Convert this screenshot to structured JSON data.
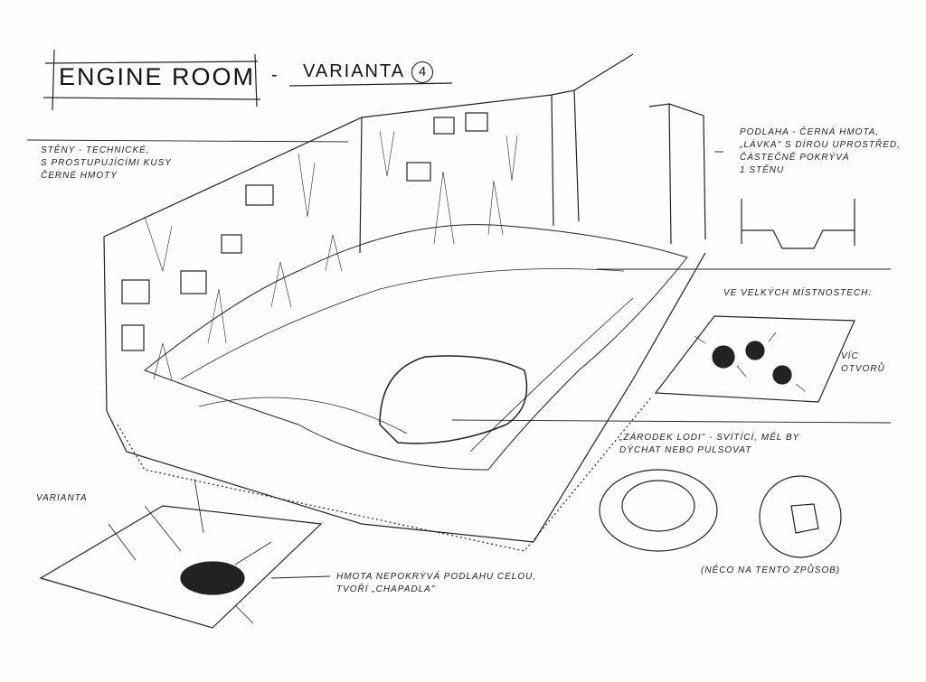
{
  "title": {
    "main": "ENGINE ROOM",
    "dash": "-",
    "variant": "VARIANTA",
    "variant_number": "4"
  },
  "notes": {
    "walls": [
      "STĚNY - TECHNICKÉ,",
      "S PROSTUPUJÍCÍMI KUSY",
      "ČERNÉ HMOTY"
    ],
    "floor": [
      "PODLAHA - ČERNÁ HMOTA,",
      "„LÁVKA\" S DÍROU UPROSTŘED,",
      "ČÁSTEČNĚ POKRÝVÁ",
      "1 STĚNU"
    ],
    "large_rooms": "VE VELKÝCH MÍSTNOSTECH:",
    "more_holes": [
      "VÍC",
      "OTVORŮ"
    ],
    "ship_seed": [
      "„ZÁRODEK LODI\" - SVÍTÍCÍ, MĚL BY",
      "DÝCHAT NEBO PULSOVAT"
    ],
    "like_this": "(NĚCO NA TENTO ZPŮSOB)",
    "variant_label": "VARIANTA",
    "tentacles": [
      "HMOTA NEPOKRÝVÁ PODLAHU CELOU,",
      "TVOŘÍ „CHAPADLA\""
    ]
  },
  "colors": {
    "ink": "#1a1a1a",
    "paper": "#fdfdfc"
  }
}
